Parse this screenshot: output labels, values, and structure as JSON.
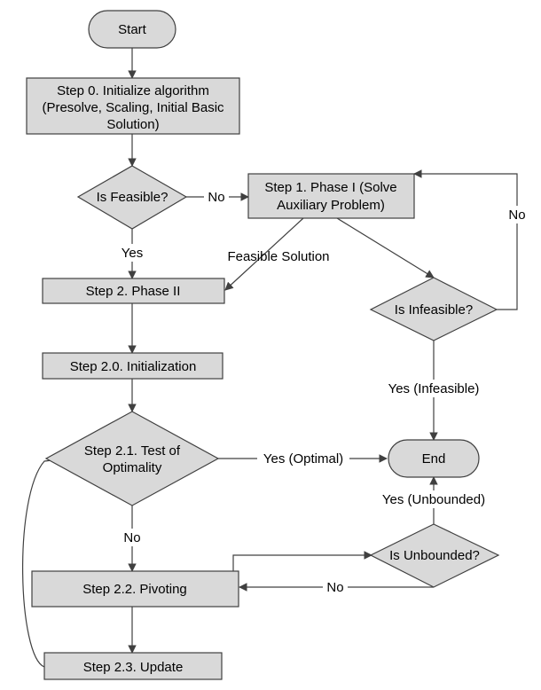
{
  "nodes": {
    "start": "Start",
    "step0": [
      "Step 0. Initialize algorithm",
      "(Presolve, Scaling, Initial Basic",
      "Solution)"
    ],
    "is_feasible": "Is Feasible?",
    "step1": [
      "Step 1. Phase I (Solve",
      "Auxiliary Problem)"
    ],
    "step2": "Step 2. Phase II",
    "is_infeasible": "Is Infeasible?",
    "step2_0": "Step 2.0. Initialization",
    "step2_1": [
      "Step 2.1. Test of",
      "Optimality"
    ],
    "end": "End",
    "is_unbounded": "Is Unbounded?",
    "step2_2": "Step 2.2. Pivoting",
    "step2_3": "Step 2.3. Update"
  },
  "edges": {
    "no_feasible": "No",
    "yes_feasible": "Yes",
    "feasible_solution": "Feasible Solution",
    "no_infeasible": "No",
    "yes_infeasible": "Yes (Infeasible)",
    "yes_optimal": "Yes (Optimal)",
    "no_optimality": "No",
    "yes_unbounded": "Yes (Unbounded)",
    "no_unbounded": "No"
  }
}
